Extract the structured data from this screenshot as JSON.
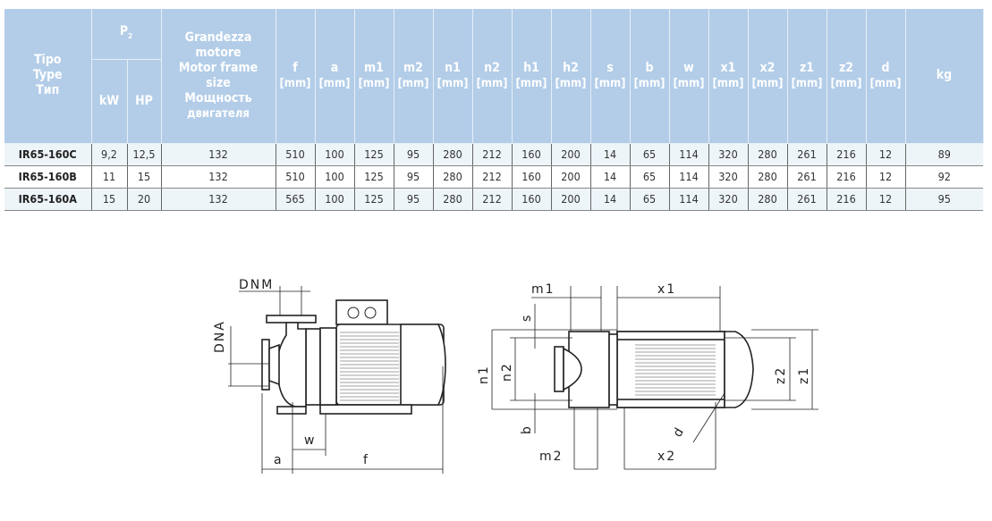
{
  "table": {
    "header": {
      "type": [
        "Tipo",
        "Type",
        "Тип"
      ],
      "p2": "P",
      "p2_sub": "2",
      "kw": "kW",
      "hp": "HP",
      "frame": [
        "Grandezza",
        "motore",
        "Motor frame",
        "size",
        "Мощность",
        "двигателя"
      ],
      "dims": [
        "f",
        "a",
        "m1",
        "m2",
        "n1",
        "n2",
        "h1",
        "h2",
        "s",
        "b",
        "w",
        "x1",
        "x2",
        "z1",
        "z2",
        "d"
      ],
      "unit": "[mm]",
      "kg": "kg"
    },
    "rows": [
      {
        "type": "IR65-160C",
        "kw": "9,2",
        "hp": "12,5",
        "frame": "132",
        "vals": [
          "510",
          "100",
          "125",
          "95",
          "280",
          "212",
          "160",
          "200",
          "14",
          "65",
          "114",
          "320",
          "280",
          "261",
          "216",
          "12"
        ],
        "kg": "89"
      },
      {
        "type": "IR65-160B",
        "kw": "11",
        "hp": "15",
        "frame": "132",
        "vals": [
          "510",
          "100",
          "125",
          "95",
          "280",
          "212",
          "160",
          "200",
          "14",
          "65",
          "114",
          "320",
          "280",
          "261",
          "216",
          "12"
        ],
        "kg": "92"
      },
      {
        "type": "IR65-160A",
        "kw": "15",
        "hp": "20",
        "frame": "132",
        "vals": [
          "565",
          "100",
          "125",
          "95",
          "280",
          "212",
          "160",
          "200",
          "14",
          "65",
          "114",
          "320",
          "280",
          "261",
          "216",
          "12"
        ],
        "kg": "95"
      }
    ]
  },
  "drawing": {
    "side": {
      "dnm": "DNM",
      "dna": "DNA",
      "a": "a",
      "w": "w",
      "f": "f"
    },
    "top": {
      "m1": "m1",
      "x1": "x1",
      "s": "s",
      "n1": "n1",
      "n2": "n2",
      "z2": "z2",
      "z1": "z1",
      "b": "b",
      "m2": "m2",
      "x2": "x2",
      "d": "d"
    }
  }
}
